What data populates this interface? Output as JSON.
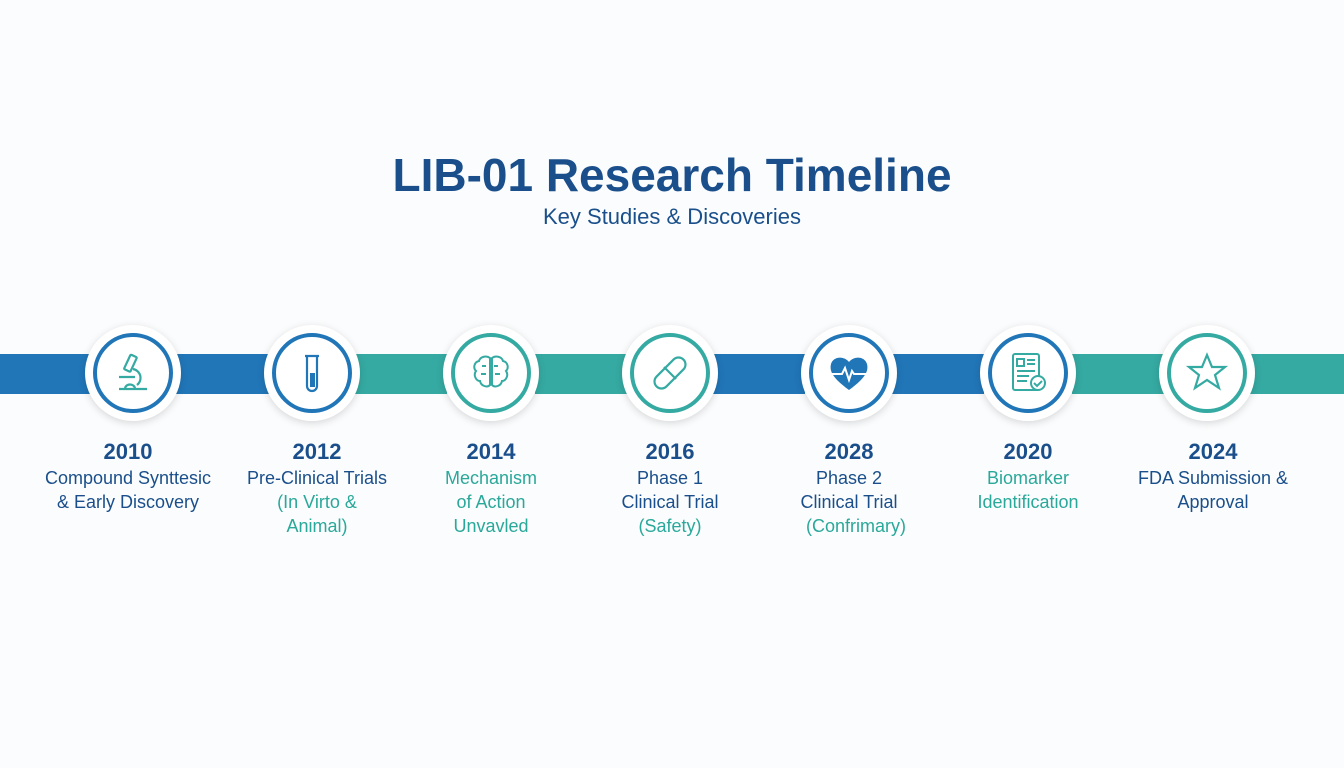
{
  "header": {
    "title": "LIB-01 Research Timeline",
    "subtitle": "Key Studies & Discoveries"
  },
  "colors": {
    "blue": "#2176b8",
    "teal": "#35aaa2",
    "dark": "#1a4f8b"
  },
  "milestones": [
    {
      "year": "2010",
      "icon": "microscope-icon",
      "lines": [
        "Compound Synttesic",
        "& Early Discovery"
      ]
    },
    {
      "year": "2012",
      "icon": "test-tube-icon",
      "lines": [
        "Pre-Clinical Trials",
        "(In Virto &",
        "Animal)"
      ]
    },
    {
      "year": "2014",
      "icon": "brain-icon",
      "lines": [
        "Mechanism",
        "of Action",
        "Unvavled"
      ]
    },
    {
      "year": "2016",
      "icon": "pill-icon",
      "lines": [
        "Phase 1",
        "Clinical Trial",
        "(Safety)"
      ]
    },
    {
      "year": "2028",
      "icon": "heart-pulse-icon",
      "lines": [
        "Phase 2",
        "Clinical Trial",
        "(Confrimary)"
      ]
    },
    {
      "year": "2020",
      "icon": "report-check-icon",
      "lines": [
        "Biomarker",
        "Identification"
      ]
    },
    {
      "year": "2024",
      "icon": "star-icon",
      "lines": [
        "FDA Submission &",
        "Approval"
      ]
    }
  ]
}
